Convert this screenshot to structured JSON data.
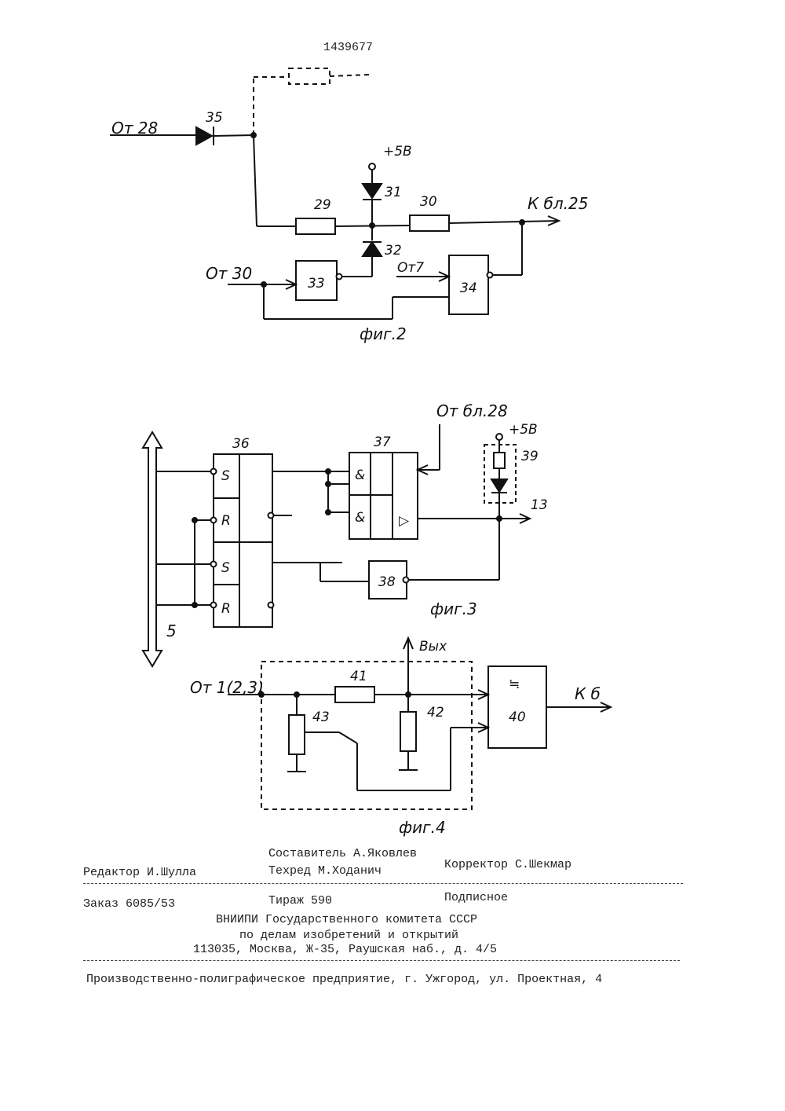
{
  "patent_number": "1439677",
  "fig2": {
    "caption": "фиг.2",
    "from_28": "От 28",
    "from_30": "От 30",
    "from_7": "От7",
    "to_25": "К бл.25",
    "plus5v": "+5В",
    "labels": {
      "d35": "35",
      "r29": "29",
      "r30": "30",
      "d31": "31",
      "d32": "32",
      "b33": "33",
      "b34": "34"
    }
  },
  "fig3": {
    "caption": "фиг.3",
    "from_28": "От бл.28",
    "plus5v": "+5В",
    "out13": "13",
    "bus": "5",
    "labels": {
      "b36": "36",
      "b37": "37",
      "b38": "38",
      "b39": "39"
    },
    "inputs": [
      "S",
      "R",
      "S",
      "R"
    ],
    "and_sym": "&",
    "tri_sym": "▷"
  },
  "fig4": {
    "caption": "фиг.4",
    "from_1": "От 1(2,3)",
    "out": "Вых",
    "to_6": "К б",
    "labels": {
      "r41": "41",
      "r42": "42",
      "r43": "43",
      "b40": "40"
    },
    "b40_symbol": "≒"
  },
  "imprint": {
    "compiler": "Составитель А.Яковлев",
    "editor": "Редактор И.Шулла",
    "techred": "Техред М.Ходанич",
    "corrector": "Корректор  С.Шекмар",
    "order": "Заказ 6085/53",
    "circulation": "Тираж 590",
    "subscription": "Подписное",
    "org1": "ВНИИПИ Государственного комитета СССР",
    "org2": "по делам изобретений и открытий",
    "address": "113035, Москва, Ж-35, Раушская наб., д. 4/5",
    "printer": "Производственно-полиграфическое предприятие, г. Ужгород, ул. Проектная, 4"
  }
}
